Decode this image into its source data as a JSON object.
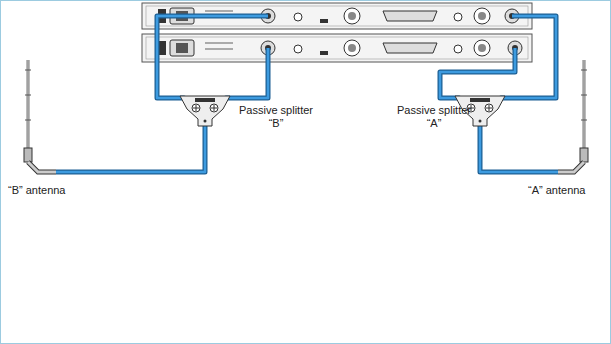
{
  "diagram": {
    "labels": [
      "Passive splitter “B”",
      "Passive splitter “A”",
      "“B” antenna",
      "“A” antenna"
    ]
  }
}
